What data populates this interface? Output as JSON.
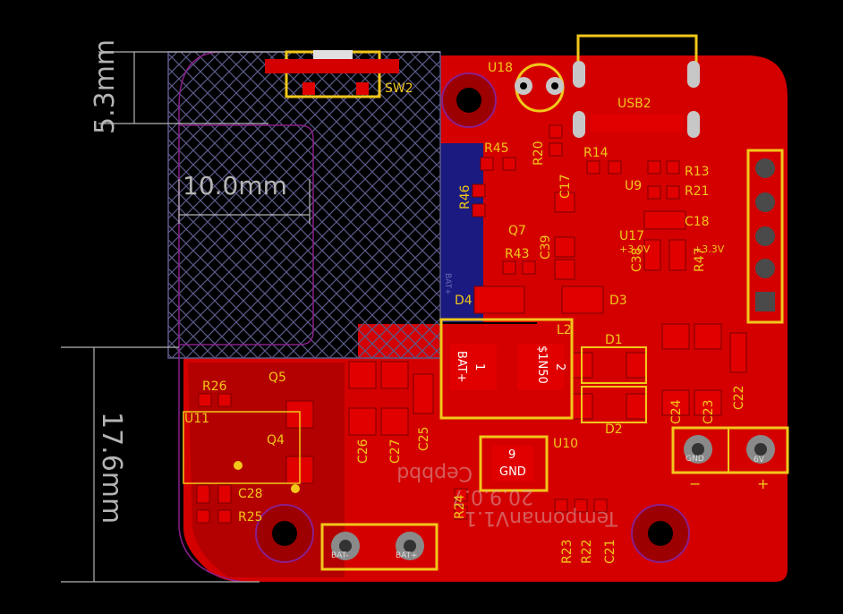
{
  "view": {
    "colors": {
      "background": "#000000",
      "copper_top": "#d40000",
      "copper_dark": "#9c0000",
      "copper_bottom": "#1a1a80",
      "silkscreen": "#f2c71a",
      "dimension": "#b4b4b4",
      "outline": "#8b1e8b",
      "keepout": "#5a5a8a",
      "pad": "#e00000",
      "drill": "#c7c7c7"
    }
  },
  "dimensions": {
    "d1": "5.3mm",
    "d2": "10.0mm",
    "d3": "17.6mm"
  },
  "designators": {
    "sw2": "SW2",
    "u18": "U18",
    "usb2": "USB2",
    "r45": "R45",
    "r20": "R20",
    "r14": "R14",
    "r13": "R13",
    "c17": "C17",
    "u9": "U9",
    "r21": "R21",
    "r46": "R46",
    "q7": "Q7",
    "c18": "C18",
    "u17": "U17",
    "c39": "C39",
    "c38": "C38",
    "r47": "R47",
    "r43": "R43",
    "d4": "D4",
    "d3": "D3",
    "l2": "L2",
    "d1": "D1",
    "d2": "D2",
    "r26": "R26",
    "q5": "Q5",
    "u11": "U11",
    "q4": "Q4",
    "c26": "C26",
    "c27": "C27",
    "c25": "C25",
    "c24": "C24",
    "c23": "C23",
    "c22": "C22",
    "u10": "U10",
    "c28": "C28",
    "r25": "R25",
    "r24": "R24",
    "r23": "R23",
    "r22": "R22",
    "c21": "C21"
  },
  "net_labels": {
    "v30": "+3.0V",
    "v33": "+3.3V",
    "pad1_num": "1",
    "pad1_net": "BAT+",
    "pad2_num": "2",
    "pad2_net": "$1N50",
    "pad9_num": "9",
    "pad9_net": "GND",
    "gnd_small": "GND",
    "sixv_small": "6V",
    "bat_small1": "BAT-",
    "bat_small2": "BAT+",
    "bat_vertical": "BAT+",
    "minus": "−",
    "plus": "+"
  },
  "mirrored_text": {
    "line1": "Cepbbd",
    "line2": "20.9.0.7",
    "line3": "TempomanV1.1"
  }
}
